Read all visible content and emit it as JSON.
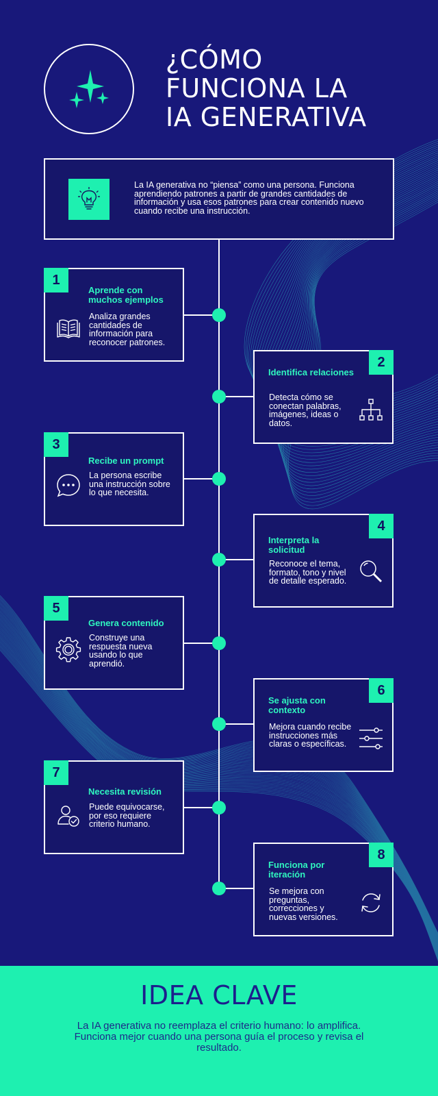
{
  "header": {
    "title_lines": [
      "¿CÓMO",
      "FUNCIONA LA",
      "IA GENERATIVA"
    ]
  },
  "intro": {
    "text": "La IA generativa no “piensa” como una persona. Funciona aprendiendo patrones a partir de grandes cantidades de información y usa esos patrones para crear contenido nuevo cuando recibe una instrucción."
  },
  "steps": [
    {
      "number": "1",
      "title": "Aprende con muchos ejemplos",
      "body": "Analiza grandes cantidades de información para reconocer patrones.",
      "icon": "book-icon"
    },
    {
      "number": "2",
      "title": "Identifica relaciones",
      "body": "Detecta cómo se conectan palabras, imágenes, ideas o datos.",
      "icon": "hierarchy-icon"
    },
    {
      "number": "3",
      "title": "Recibe un prompt",
      "body": "La persona escribe una instrucción sobre lo que necesita.",
      "icon": "chat-bubble-icon"
    },
    {
      "number": "4",
      "title": "Interpreta la solicitud",
      "body": "Reconoce el tema, formato, tono y nivel de detalle esperado.",
      "icon": "magnifier-icon"
    },
    {
      "number": "5",
      "title": "Genera contenido",
      "body": "Construye una respuesta nueva usando lo que aprendió.",
      "icon": "gear-icon"
    },
    {
      "number": "6",
      "title": "Se ajusta con contexto",
      "body": "Mejora cuando recibe instrucciones más claras o específicas.",
      "icon": "sliders-icon"
    },
    {
      "number": "7",
      "title": "Necesita revisión",
      "body": "Puede equivocarse, por eso requiere criterio humano.",
      "icon": "user-check-icon"
    },
    {
      "number": "8",
      "title": "Funciona por iteración",
      "body": "Se mejora con preguntas, correcciones y nuevas versiones.",
      "icon": "refresh-icon"
    }
  ],
  "footer": {
    "title": "IDEA CLAVE",
    "text": "La IA generativa no reemplaza el criterio humano: lo amplifica. Funciona mejor cuando una persona guía el proceso y revisa el resultado."
  },
  "colors": {
    "background": "#18187a",
    "accent": "#1ef0b0",
    "card_background": "#16166a"
  }
}
